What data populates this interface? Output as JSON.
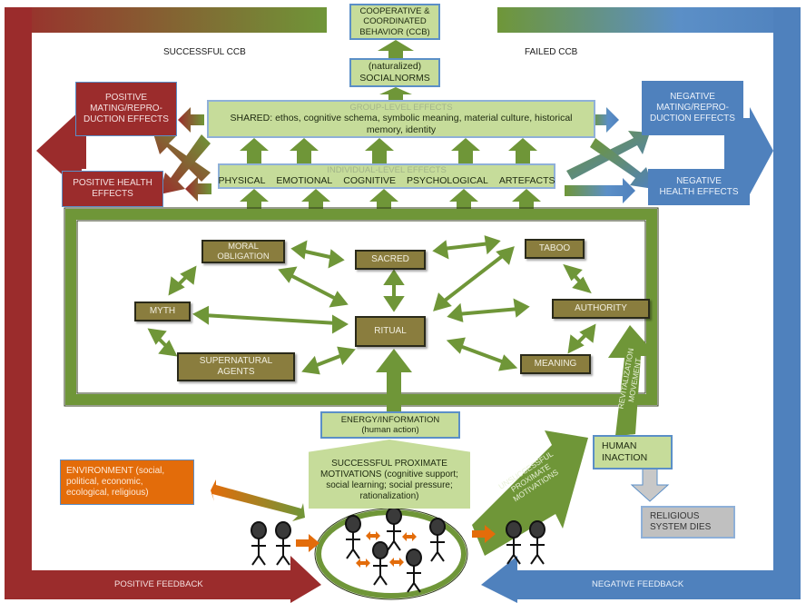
{
  "top": {
    "ccb": "COOPERATIVE & COORDINATED BEHAVIOR (CCB)",
    "social_norms_line1": "(naturalized)",
    "social_norms_line2": "SOCIALNORMS",
    "successful_ccb": "SUCCESSFUL CCB",
    "failed_ccb": "FAILED CCB"
  },
  "group_level": {
    "header": "GROUP-LEVEL EFFECTS",
    "text": "SHARED: ethos, cognitive schema, symbolic meaning, material culture, historical memory, identity"
  },
  "individual_level": {
    "header": "INDIVIDUAL-LEVEL EFFECTS",
    "items": [
      "PHYSICAL",
      "EMOTIONAL",
      "COGNITIVE",
      "PSYCHOLOGICAL",
      "ARTEFACTS"
    ]
  },
  "positive_effects": {
    "mating": "POSITIVE MATING/REPRO-DUCTION EFFECTS",
    "health": "POSITIVE HEALTH EFFECTS"
  },
  "negative_effects": {
    "mating": "NEGATIVE MATING/REPRO-DUCTION EFFECTS",
    "health": "NEGATIVE HEALTH EFFECTS"
  },
  "religious_system": {
    "moral_obligation": "MORAL OBLIGATION",
    "sacred": "SACRED",
    "taboo": "TABOO",
    "myth": "MYTH",
    "ritual": "RITUAL",
    "authority": "AUTHORITY",
    "supernatural_agents": "SUPERNATURAL AGENTS",
    "meaning": "MEANING"
  },
  "bottom": {
    "energy_info": "ENERGY/INFORMATION (human action)",
    "successful_motivations": "SUCCESSFUL PROXIMATE MOTIVATIONS (cognitive support; social learning; social pressure; rationalization)",
    "environment": "ENVIRONMENT (social, political, economic, ecological, religious)",
    "unsuccessful_motivations_1": "UNSUCCESSFUL",
    "unsuccessful_motivations_2": "PROXIMATE",
    "unsuccessful_motivations_3": "MOTIVATIONS",
    "human_inaction": "HUMAN INACTION",
    "revitalization_1": "REVITALIZATION",
    "revitalization_2": "MOVEMENT",
    "religious_system_dies": "RELIGIOUS SYSTEM DIES",
    "positive_feedback": "POSITIVE FEEDBACK",
    "negative_feedback": "NEGATIVE FEEDBACK"
  },
  "colors": {
    "red": "#9b2c2c",
    "green": "#6f9638",
    "blue": "#4f81bd",
    "light_green": "#c6dc9a",
    "olive": "#8a7d3e",
    "orange": "#e36c0a",
    "gray": "#c0c0c0"
  }
}
